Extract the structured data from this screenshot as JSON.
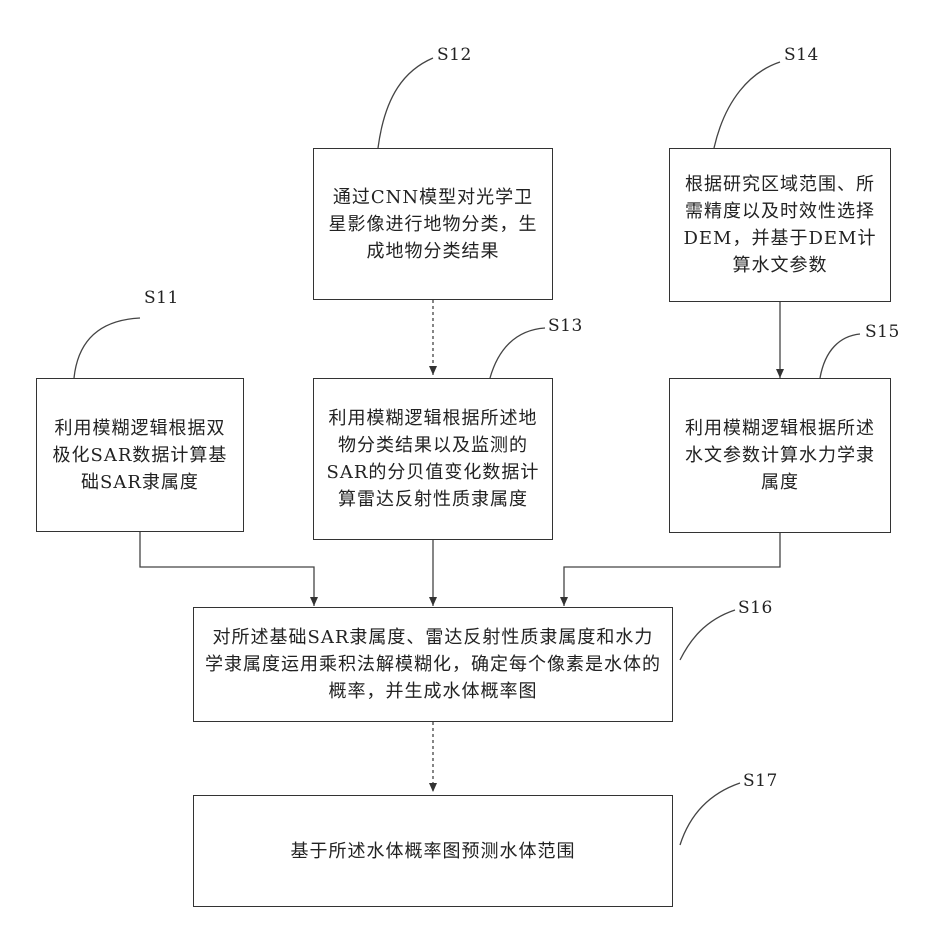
{
  "steps": {
    "s11": {
      "label": "S11",
      "text": "利用模糊逻辑根据双极化SAR数据计算基础SAR隶属度"
    },
    "s12": {
      "label": "S12",
      "text": "通过CNN模型对光学卫星影像进行地物分类，生成地物分类结果"
    },
    "s13": {
      "label": "S13",
      "text": "利用模糊逻辑根据所述地物分类结果以及监测的SAR的分贝值变化数据计算雷达反射性质隶属度"
    },
    "s14": {
      "label": "S14",
      "text": "根据研究区域范围、所需精度以及时效性选择DEM，并基于DEM计算水文参数"
    },
    "s15": {
      "label": "S15",
      "text": "利用模糊逻辑根据所述水文参数计算水力学隶属度"
    },
    "s16": {
      "label": "S16",
      "text": "对所述基础SAR隶属度、雷达反射性质隶属度和水力学隶属度运用乘积法解模糊化，确定每个像素是水体的概率，并生成水体概率图"
    },
    "s17": {
      "label": "S17",
      "text": "基于所述水体概率图预测水体范围"
    }
  }
}
